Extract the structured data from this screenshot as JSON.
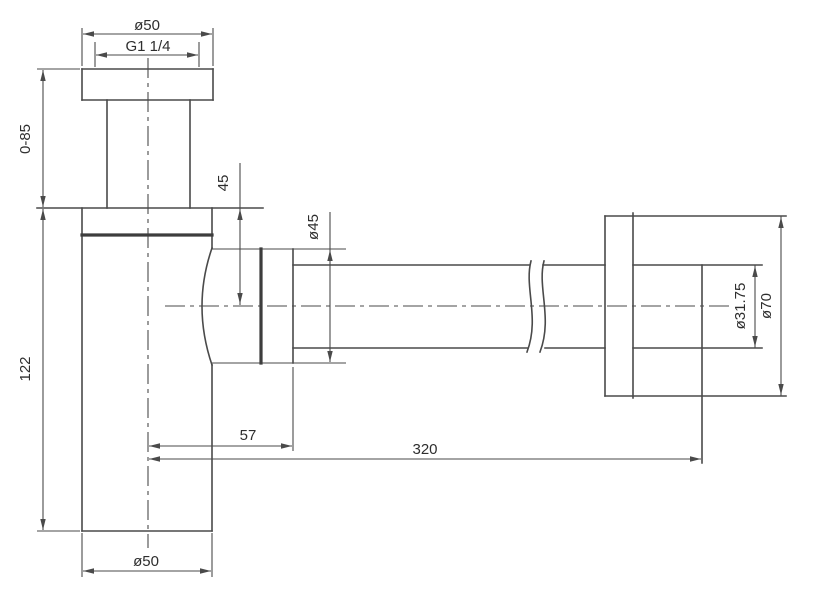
{
  "diagram": {
    "kind": "technical-dimension-drawing",
    "subject": "bottle trap siphon with wall outlet pipe and escutcheon",
    "background": "#ffffff",
    "line_color": "#4a4a4a",
    "text_color": "#2e2e2e",
    "dimensions": {
      "top_flange_diameter": "ø50",
      "thread_size": "G1 1/4",
      "adjustable_tube_height": "0-85",
      "body_height": "122",
      "inlet_depth_to_centerline": "45",
      "nut_diameter": "ø45",
      "center_to_nut_offset": "57",
      "center_to_pipe_end": "320",
      "pipe_diameter": "ø31.75",
      "escutcheon_diameter": "ø70",
      "body_diameter": "ø50"
    }
  }
}
